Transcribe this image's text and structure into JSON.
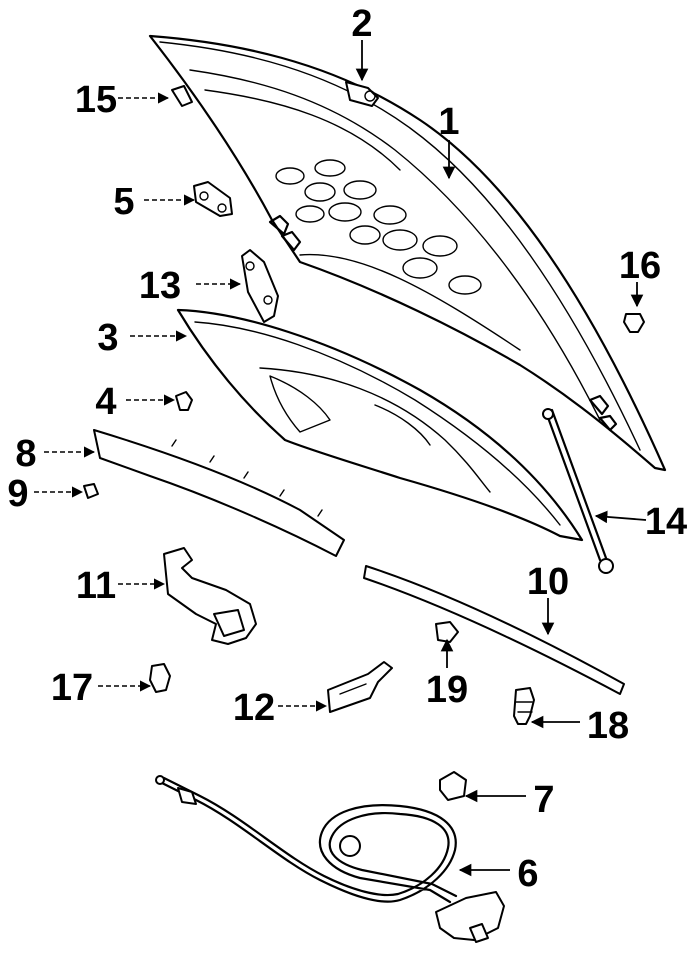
{
  "callouts": [
    {
      "id": "p1",
      "label": "1"
    },
    {
      "id": "p2",
      "label": "2"
    },
    {
      "id": "p3",
      "label": "3"
    },
    {
      "id": "p4",
      "label": "4"
    },
    {
      "id": "p5",
      "label": "5"
    },
    {
      "id": "p6",
      "label": "6"
    },
    {
      "id": "p7",
      "label": "7"
    },
    {
      "id": "p8",
      "label": "8"
    },
    {
      "id": "p9",
      "label": "9"
    },
    {
      "id": "p10",
      "label": "10"
    },
    {
      "id": "p11",
      "label": "11"
    },
    {
      "id": "p12",
      "label": "12"
    },
    {
      "id": "p13",
      "label": "13"
    },
    {
      "id": "p14",
      "label": "14"
    },
    {
      "id": "p15",
      "label": "15"
    },
    {
      "id": "p16",
      "label": "16"
    },
    {
      "id": "p17",
      "label": "17"
    },
    {
      "id": "p18",
      "label": "18"
    },
    {
      "id": "p19",
      "label": "19"
    }
  ]
}
